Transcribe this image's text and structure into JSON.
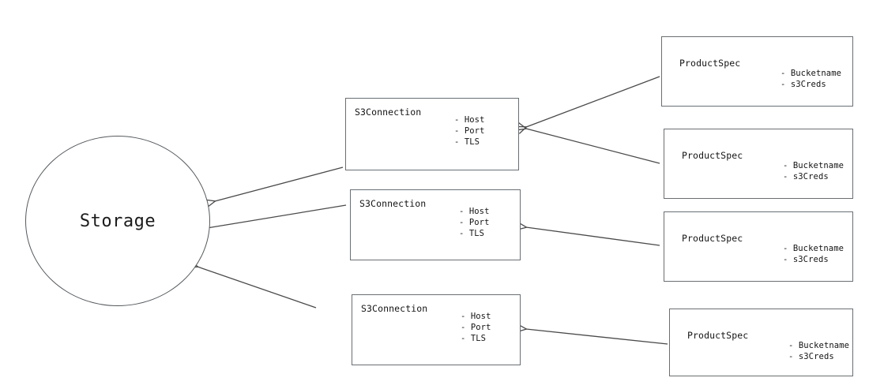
{
  "diagram": {
    "title": "Storage / S3Connection / ProductSpec relationship diagram",
    "background_color": "#ffffff",
    "stroke_color": "#6a6f73",
    "text_color": "#141414",
    "arrow_color": "#4a4a4a"
  },
  "storage": {
    "label": "Storage",
    "shape": "circle"
  },
  "connections": [
    {
      "title": "S3Connection",
      "fields": [
        "- Host",
        "- Port",
        "- TLS"
      ]
    },
    {
      "title": "S3Connection",
      "fields": [
        "- Host",
        "- Port",
        "- TLS"
      ]
    },
    {
      "title": "S3Connection",
      "fields": [
        "- Host",
        "- Port",
        "- TLS"
      ]
    }
  ],
  "specs": [
    {
      "title": "ProductSpec",
      "fields": [
        "- Bucketname",
        "- s3Creds"
      ]
    },
    {
      "title": "ProductSpec",
      "fields": [
        "- Bucketname",
        "- s3Creds"
      ]
    },
    {
      "title": "ProductSpec",
      "fields": [
        "- Bucketname",
        "- s3Creds"
      ]
    },
    {
      "title": "ProductSpec",
      "fields": [
        "- Bucketname",
        "- s3Creds"
      ]
    }
  ],
  "edges": [
    {
      "name": "s3connection-1-to-storage",
      "from": "connection-1",
      "to": "storage"
    },
    {
      "name": "s3connection-2-to-storage",
      "from": "connection-2",
      "to": "storage"
    },
    {
      "name": "s3connection-3-to-storage",
      "from": "connection-3",
      "to": "storage"
    },
    {
      "name": "productspec-1-to-s3connection-1",
      "from": "spec-1",
      "to": "connection-1"
    },
    {
      "name": "productspec-2-to-s3connection-1",
      "from": "spec-2",
      "to": "connection-1"
    },
    {
      "name": "productspec-3-to-s3connection-2",
      "from": "spec-3",
      "to": "connection-2"
    },
    {
      "name": "productspec-4-to-s3connection-3",
      "from": "spec-4",
      "to": "connection-3"
    }
  ]
}
